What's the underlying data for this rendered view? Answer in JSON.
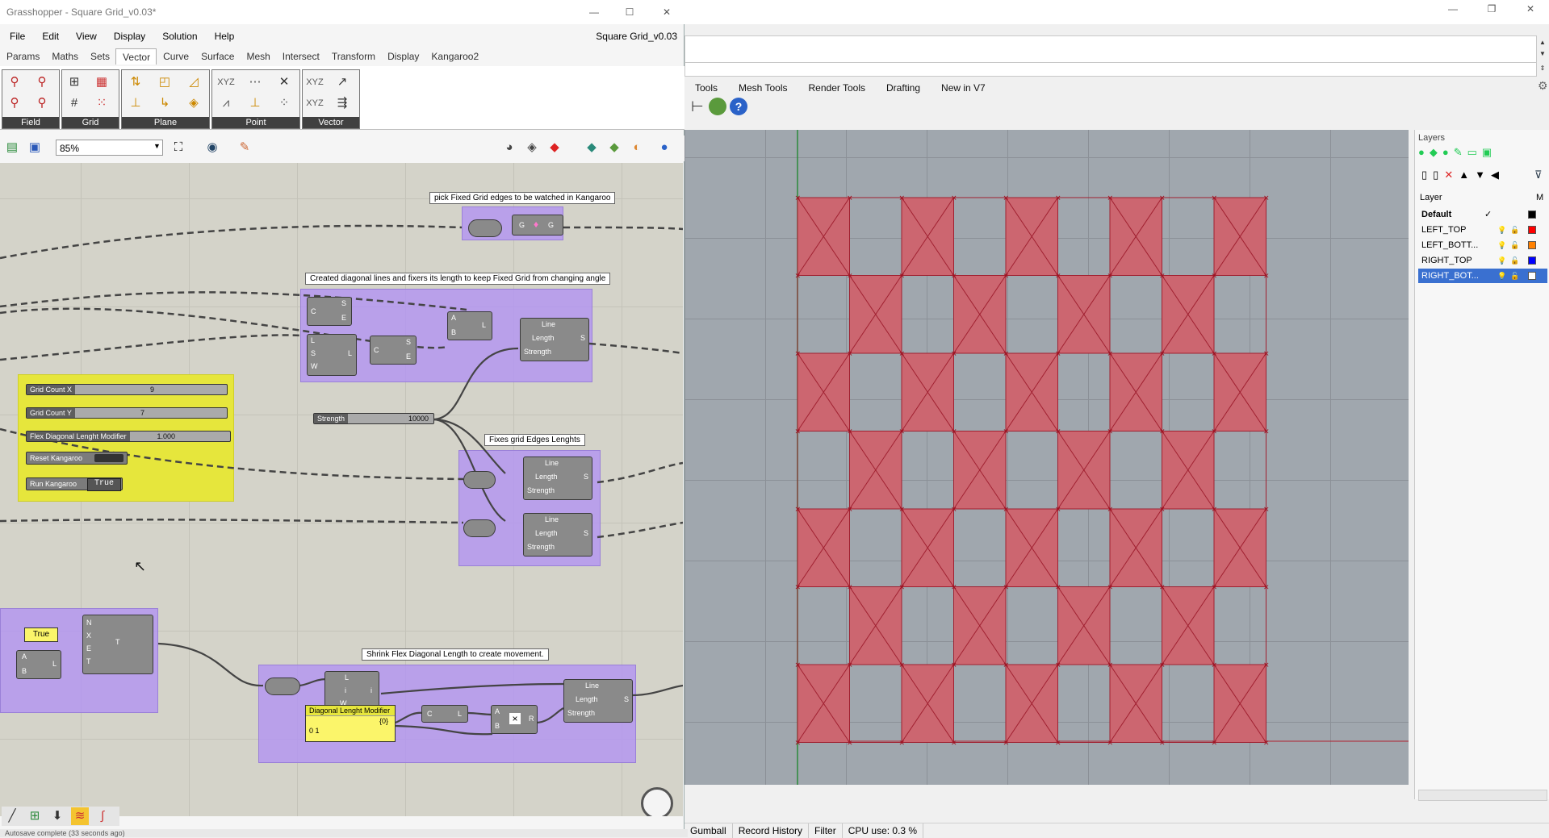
{
  "grasshopper": {
    "title": "Grasshopper - Square Grid_v0.03*",
    "filename": "Square Grid_v0.03",
    "menu": [
      "File",
      "Edit",
      "View",
      "Display",
      "Solution",
      "Help"
    ],
    "tabs": [
      "Params",
      "Maths",
      "Sets",
      "Vector",
      "Curve",
      "Surface",
      "Mesh",
      "Intersect",
      "Transform",
      "Display",
      "Kangaroo2"
    ],
    "active_tab": "Vector",
    "ribbon_groups": [
      "Field",
      "Grid",
      "Plane",
      "Point",
      "Vector"
    ],
    "zoom": "85%",
    "notes": {
      "fixed_edges": "pick Fixed Grid edges to be watched in Kangaroo",
      "diagonal": "Created diagonal lines and fixers its length to keep Fixed Grid from changing angle",
      "edges": "Fixes grid Edges Lenghts",
      "shrink": "Shrink Flex Diagonal Length to create movement."
    },
    "controls": {
      "grid_count_x_label": "Grid Count X",
      "grid_count_x_value": "9",
      "grid_count_y_label": "Grid Count Y",
      "grid_count_y_value": "7",
      "flex_label": "Flex Diagonal Lenght Modifier",
      "flex_value": "1.000",
      "reset_label": "Reset Kangaroo",
      "run_label": "Run Kangaroo",
      "run_value": "True",
      "strength_label": "Strength",
      "strength_value": "10000",
      "true_panel": "True",
      "diag_panel_title": "Diagonal Lenght Modifier",
      "diag_panel_path": "{0}",
      "diag_panel_value": "0  1"
    },
    "component_text": {
      "line": "Line",
      "length": "Length",
      "strength": "Strength",
      "s": "S"
    },
    "status": "Autosave complete (33 seconds ago)"
  },
  "rhino": {
    "tabs": [
      "Tools",
      "Mesh Tools",
      "Render Tools",
      "Drafting",
      "New in V7"
    ],
    "status_items": [
      "Gumball",
      "Record History",
      "Filter",
      "CPU use: 0.3 %"
    ],
    "layers_title": "Layers",
    "layer_header": "Layer",
    "layers": [
      {
        "name": "Default",
        "check": "✓",
        "color": "#000000"
      },
      {
        "name": "LEFT_TOP",
        "color": "#ff0000"
      },
      {
        "name": "LEFT_BOTT...",
        "color": "#ff8000"
      },
      {
        "name": "RIGHT_TOP",
        "color": "#0000ff"
      },
      {
        "name": "RIGHT_BOT...",
        "color": "#ffffff",
        "selected": true
      }
    ],
    "grid_cols": 9,
    "grid_rows": 7,
    "cell_color": "#cc6670"
  }
}
